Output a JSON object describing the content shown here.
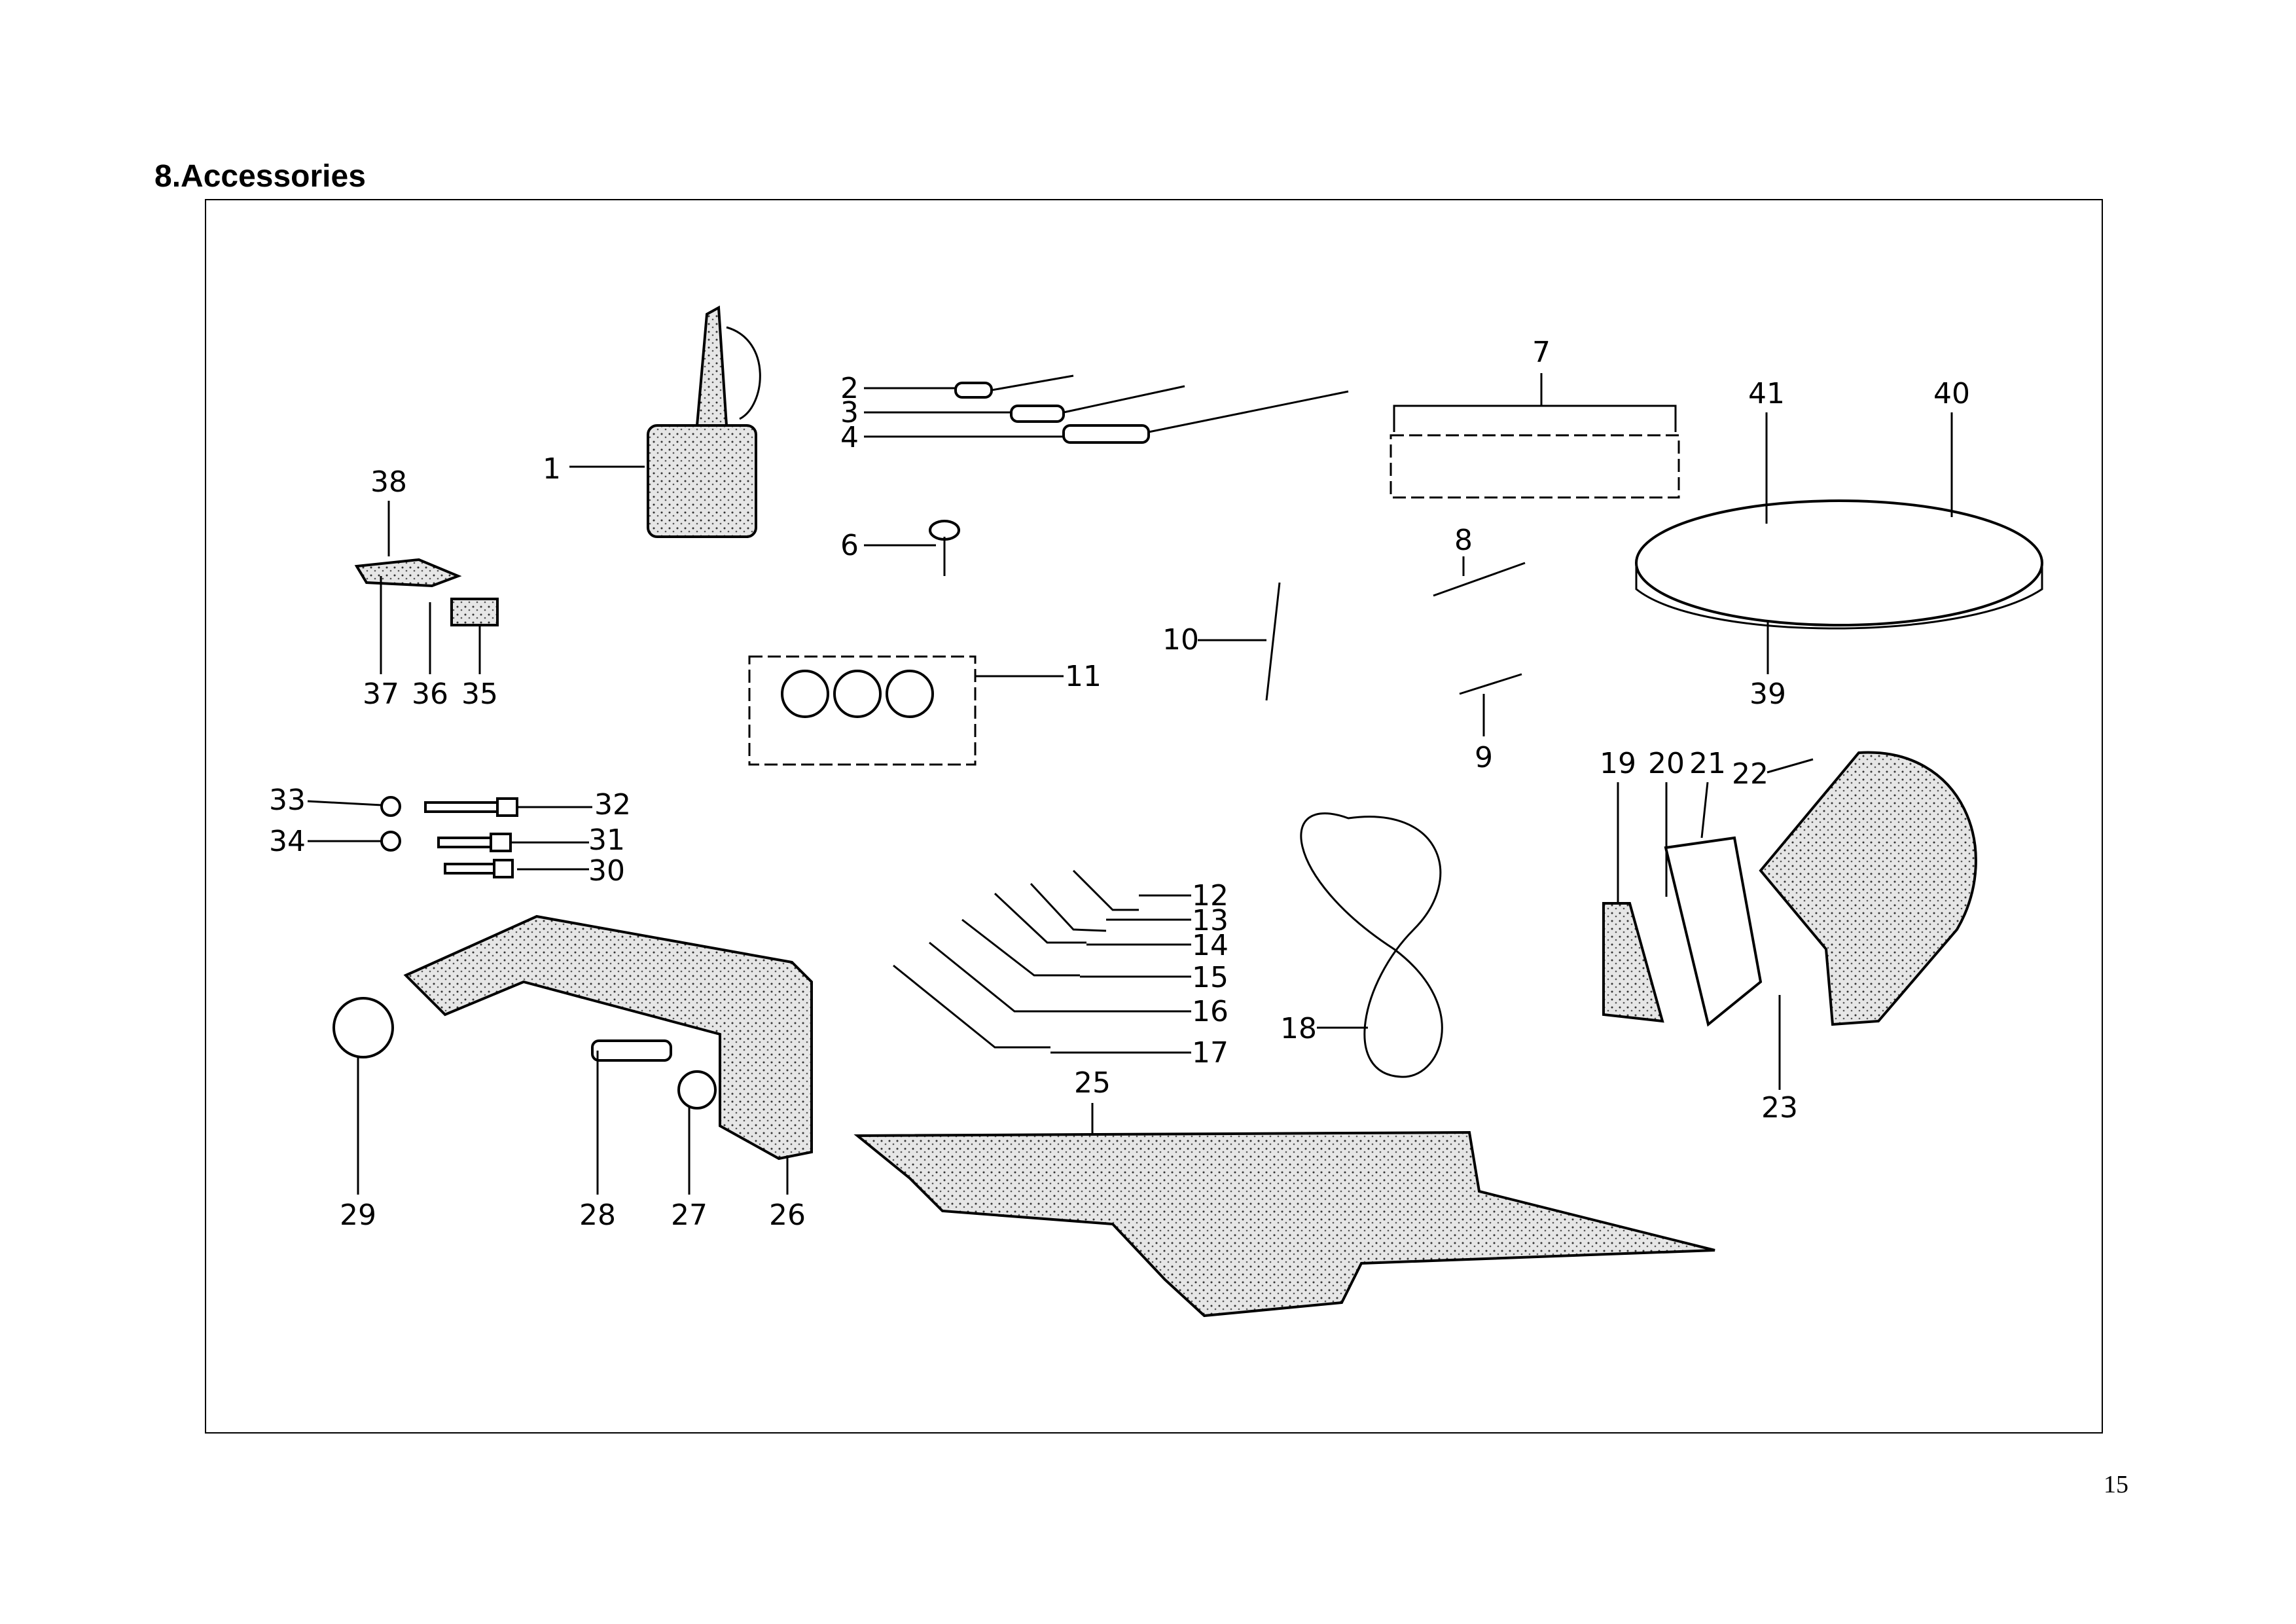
{
  "page": {
    "title": "8.Accessories",
    "page_number": "15"
  },
  "labels": [
    "1",
    "2",
    "3",
    "4",
    "6",
    "7",
    "8",
    "9",
    "10",
    "11",
    "12",
    "13",
    "14",
    "15",
    "16",
    "17",
    "18",
    "19",
    "20",
    "21",
    "22",
    "23",
    "25",
    "26",
    "27",
    "28",
    "29",
    "30",
    "31",
    "32",
    "33",
    "34",
    "35",
    "36",
    "37",
    "38",
    "39",
    "40",
    "41"
  ]
}
